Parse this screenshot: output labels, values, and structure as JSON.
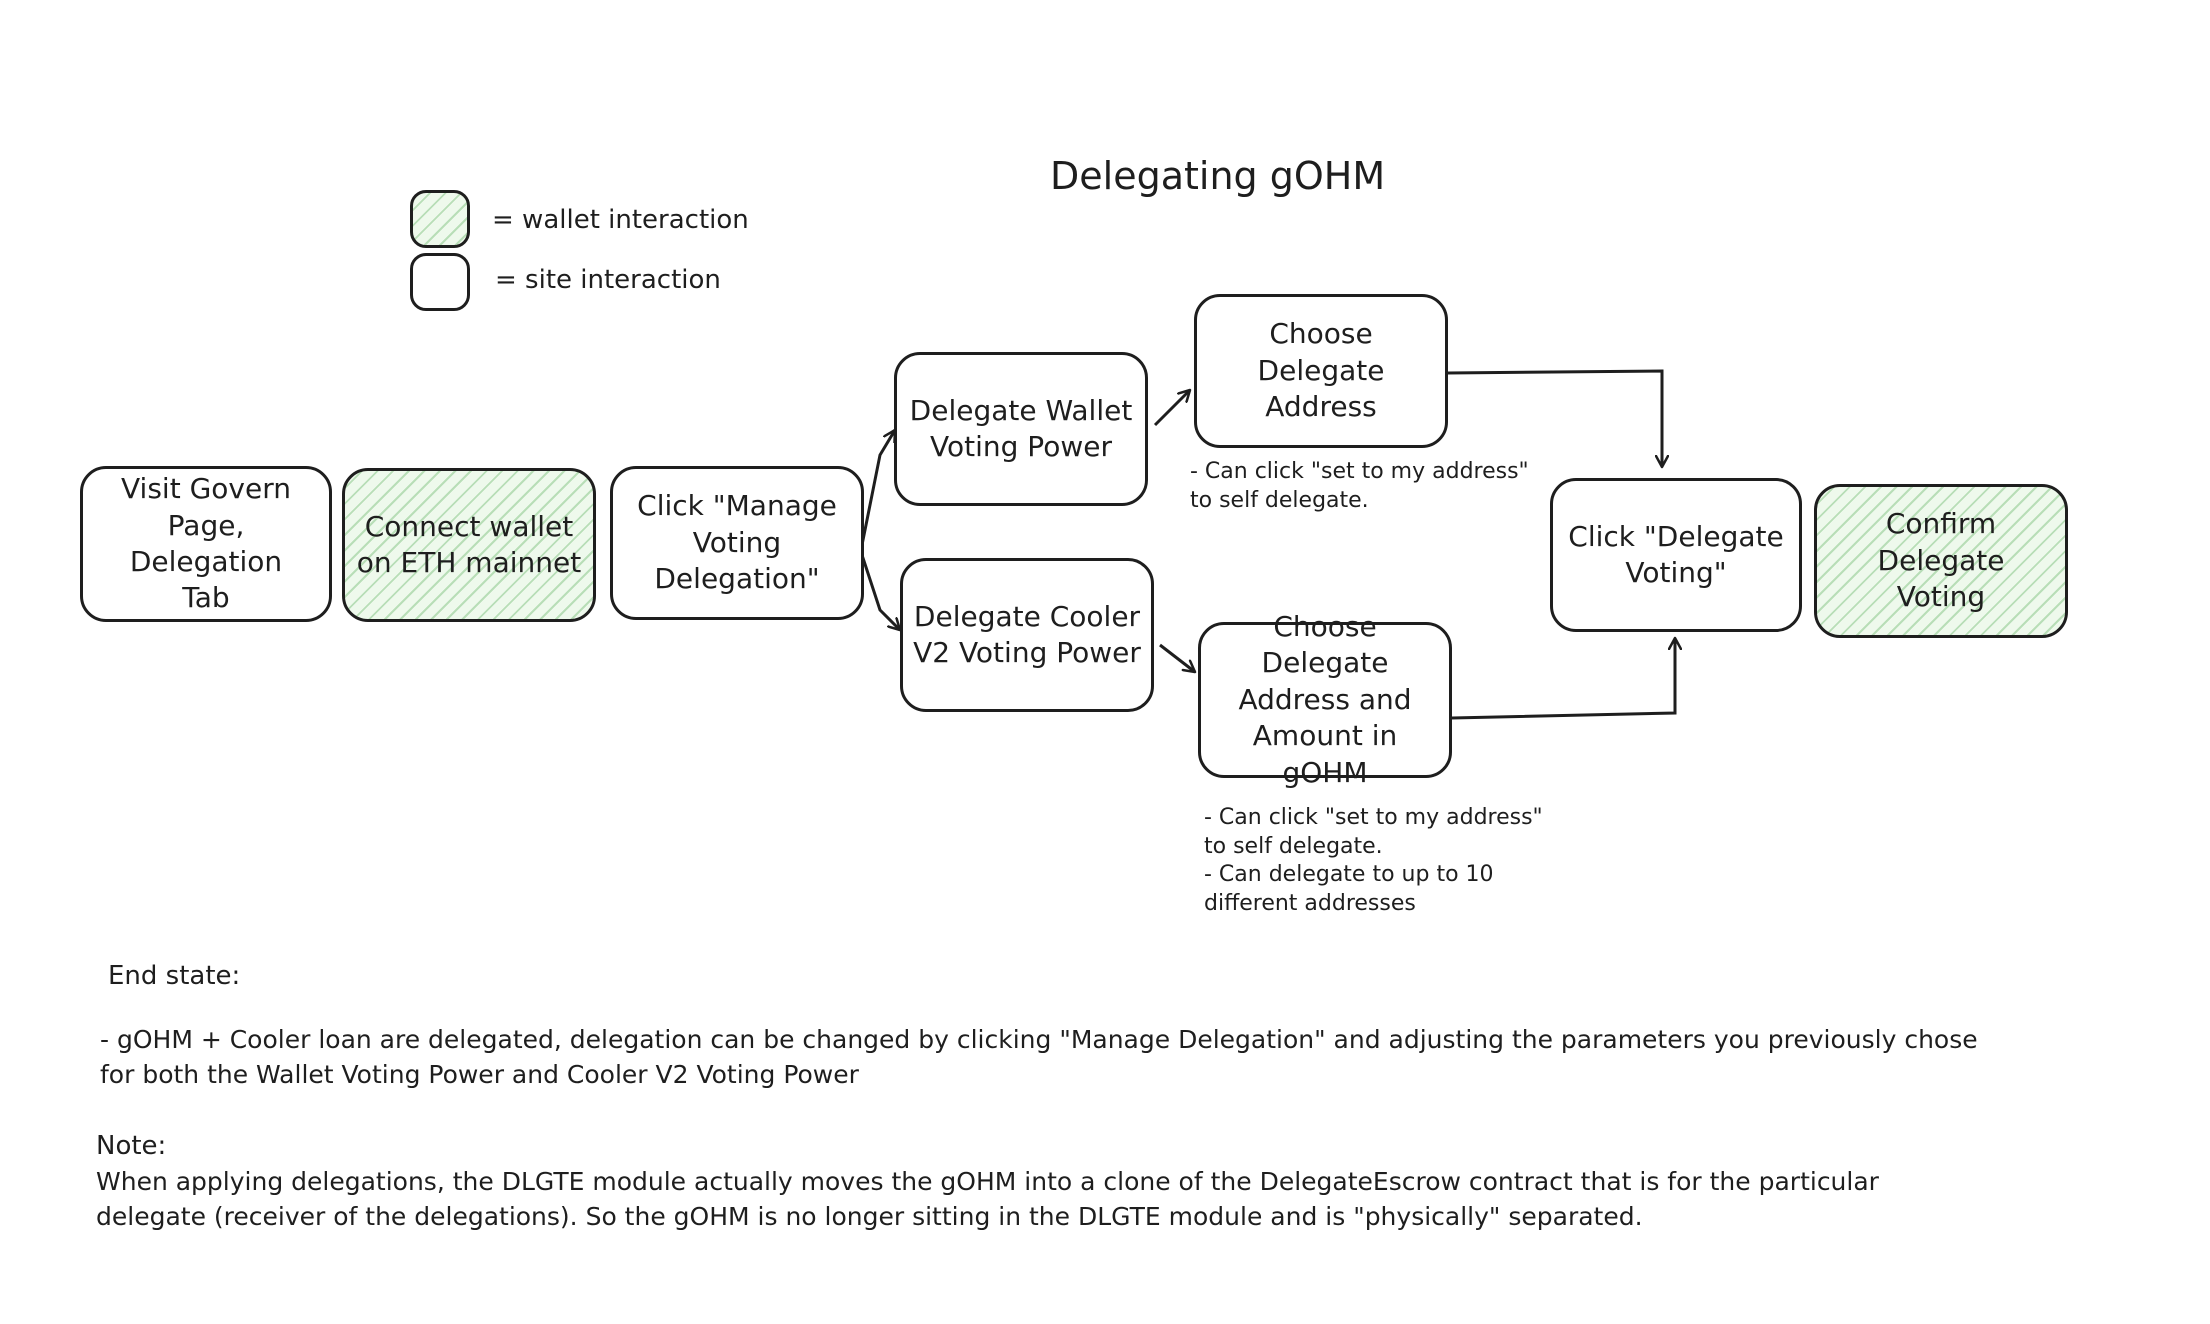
{
  "title": "Delegating gOHM",
  "legend": {
    "wallet_label": "= wallet interaction",
    "site_label": "= site interaction"
  },
  "colors": {
    "wallet_fill": "#eef9ec",
    "wallet_hatch": "#8cc88c",
    "stroke": "#1e1e1e"
  },
  "steps": {
    "visit": "Visit Govern\nPage, Delegation\nTab",
    "connect": "Connect wallet\non ETH mainnet",
    "manage": "Click \"Manage\nVoting\nDelegation\"",
    "wallet_power": "Delegate Wallet\nVoting Power",
    "cooler_power": "Delegate Cooler\nV2 Voting Power",
    "choose_address": "Choose Delegate\nAddress",
    "choose_amount": "Choose Delegate\nAddress and\nAmount in gOHM",
    "click_delegate": "Click \"Delegate\nVoting\"",
    "confirm": "Confirm Delegate\nVoting"
  },
  "notes": {
    "wallet_note": "- Can click \"set to my address\"\nto self delegate.",
    "cooler_note": "- Can click \"set to my address\"\nto self delegate.\n- Can delegate to up to 10\ndifferent addresses"
  },
  "footer": {
    "end_state_heading": "End state:",
    "end_state_text": "- gOHM + Cooler loan are delegated, delegation can be changed by clicking \"Manage Delegation\" and adjusting the parameters you previously chose\nfor both the Wallet Voting Power and Cooler V2 Voting Power",
    "note_heading": "Note:",
    "note_text": "When applying delegations, the DLGTE module actually moves the gOHM into a clone of the DelegateEscrow contract that is for the particular\ndelegate (receiver of the delegations). So the gOHM is no longer sitting in the DLGTE module and is \"physically\" separated."
  }
}
